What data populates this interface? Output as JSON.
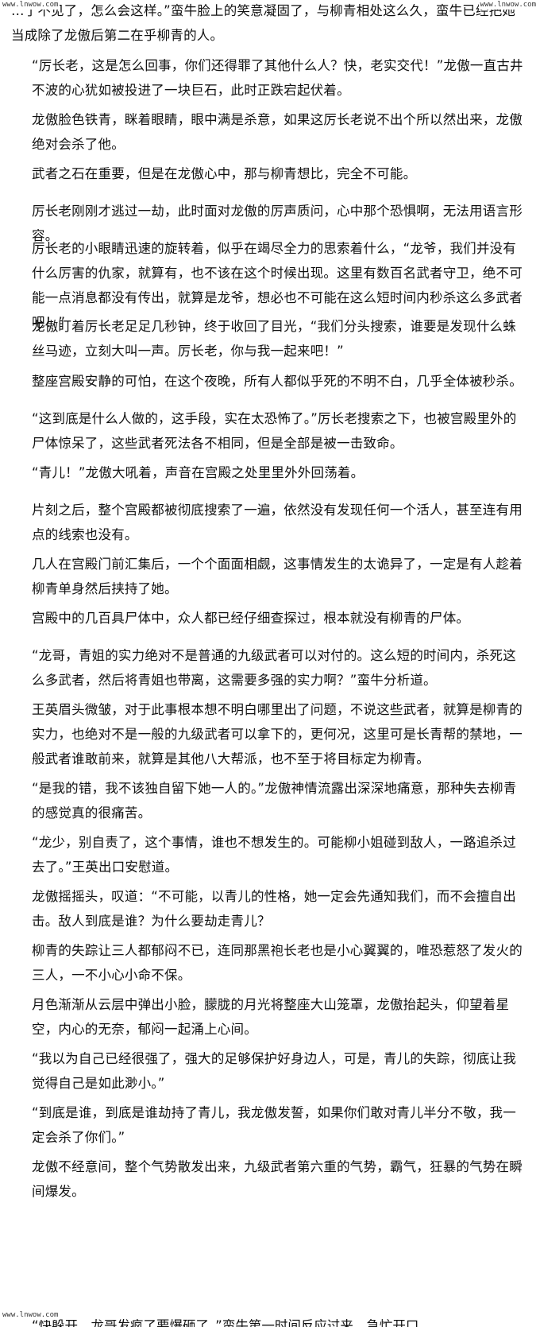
{
  "watermarks": {
    "top_left": "www.lnwow.com",
    "top_right": "www.lnwow.com",
    "bottom_left": "www.lnwow.com"
  },
  "paragraphs": [
    "…了不见了，怎么会这样。”蛮牛脸上的笑意凝固了，与柳青相处这么久，蛮牛已经把她当成除了龙傲后第二在乎柳青的人。",
    "“厉长老，这是怎么回事，你们还得罪了其他什么人？快，老实交代！”龙傲一直古井不波的心犹如被投进了一块巨石，此时正跌宕起伏着。",
    "龙傲脸色铁青，眯着眼睛，眼中满是杀意，如果这厉长老说不出个所以然出来，龙傲绝对会杀了他。",
    "武者之石在重要，但是在龙傲心中，那与柳青想比，完全不可能。",
    "厉长老刚刚才逃过一劫，此时面对龙傲的厉声质问，心中那个恐惧啊，无法用语言形容。",
    "厉长老的小眼睛迅速的旋转着，似乎在竭尽全力的思索着什么，“龙爷，我们并没有什么厉害的仇家，就算有，也不该在这个时候出现。这里有数百名武者守卫，绝不可能一点消息都没有传出，就算是龙爷，想必也不可能在这么短时间内秒杀这么多武者吧！”",
    "龙傲盯着厉长老足足几秒钟，终于收回了目光，“我们分头搜索，谁要是发现什么蛛丝马迹，立刻大叫一声。厉长老，你与我一起来吧！”",
    "整座宫殿安静的可怕，在这个夜晚，所有人都似乎死的不明不白，几乎全体被秒杀。",
    "“这到底是什么人做的，这手段，实在太恐怖了。”厉长老搜索之下，也被宫殿里外的尸体惊呆了，这些武者死法各不相同，但是全部是被一击致命。",
    "“青儿！”龙傲大吼着，声音在宫殿之处里里外外回荡着。",
    "片刻之后，整个宫殿都被彻底搜索了一遍，依然没有发现任何一个活人，甚至连有用点的线索也没有。",
    "几人在宫殿门前汇集后，一个个面面相觑，这事情发生的太诡异了，一定是有人趁着柳青单身然后挟持了她。",
    "宫殿中的几百具尸体中，众人都已经仔细查探过，根本就没有柳青的尸体。",
    "“龙哥，青姐的实力绝对不是普通的九级武者可以对付的。这么短的时间内，杀死这么多武者，然后将青姐也带离，这需要多强的实力啊？”蛮牛分析道。",
    "王英眉头微皱，对于此事根本想不明白哪里出了问题，不说这些武者，就算是柳青的实力，也绝对不是一般的九级武者可以拿下的，更何况，这里可是长青帮的禁地，一般武者谁敢前来，就算是其他八大帮派，也不至于将目标定为柳青。",
    "“是我的错，我不该独自留下她一人的。”龙傲神情流露出深深地痛意，那种失去柳青的感觉真的很痛苦。",
    "“龙少，别自责了，这个事情，谁也不想发生的。可能柳小姐碰到敌人，一路追杀过去了。”王英出口安慰道。",
    "龙傲摇摇头，叹道：“不可能，以青儿的性格，她一定会先通知我们，而不会擅自出击。敌人到底是谁？为什么要劫走青儿？",
    "柳青的失踪让三人都郁闷不已，连同那黑袍长老也是小心翼翼的，唯恐惹怒了发火的三人，一不小心小命不保。",
    "月色渐渐从云层中弹出小脸，朦胧的月光将整座大山笼罩，龙傲抬起头，仰望着星空，内心的无奈，郁闷一起涌上心间。",
    "“我以为自己已经很强了，强大的足够保护好身边人，可是，青儿的失踪，彻底让我觉得自己是如此渺小。”",
    "“到底是谁，到底是谁劫持了青儿，我龙傲发誓，如果你们敢对青儿半分不敬，我一定会杀了你们。”",
    "龙傲不经意间，整个气势散发出来，九级武者第六重的气势，霸气，狂暴的气势在瞬间爆发。"
  ],
  "footer_fragment": "“快躲开，龙哥发疯了要爆砸了。”蛮牛第一时间反应过来，急忙开口…"
}
